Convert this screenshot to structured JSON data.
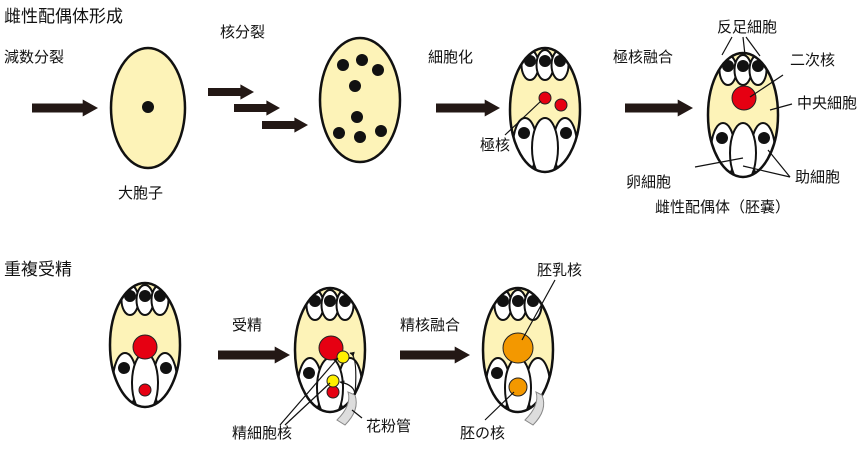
{
  "titles": {
    "gametophyte": "雌性配偶体形成",
    "double_fertilization": "重複受精"
  },
  "steps": {
    "meiosis": "減数分裂",
    "nuclear_division": "核分裂",
    "cellularization": "細胞化",
    "polar_fusion": "極核融合",
    "fertilization": "受精",
    "sperm_fusion": "精核融合"
  },
  "labels": {
    "megaspore": "大胞子",
    "polar_nuclei": "極核",
    "antipodal_cells": "反足細胞",
    "secondary_nucleus": "二次核",
    "central_cell": "中央細胞",
    "egg_cell": "卵細胞",
    "synergids": "助細胞",
    "embryo_sac": "雌性配偶体（胚嚢）",
    "endosperm_nucleus": "胚乳核",
    "sperm_nuclei": "精細胞核",
    "pollen_tube": "花粉管",
    "embryo_nucleus": "胚の核"
  },
  "colors": {
    "cell": "#fdf3b8",
    "red": "#e60012",
    "yellow": "#fff000",
    "orange": "#f39800"
  }
}
